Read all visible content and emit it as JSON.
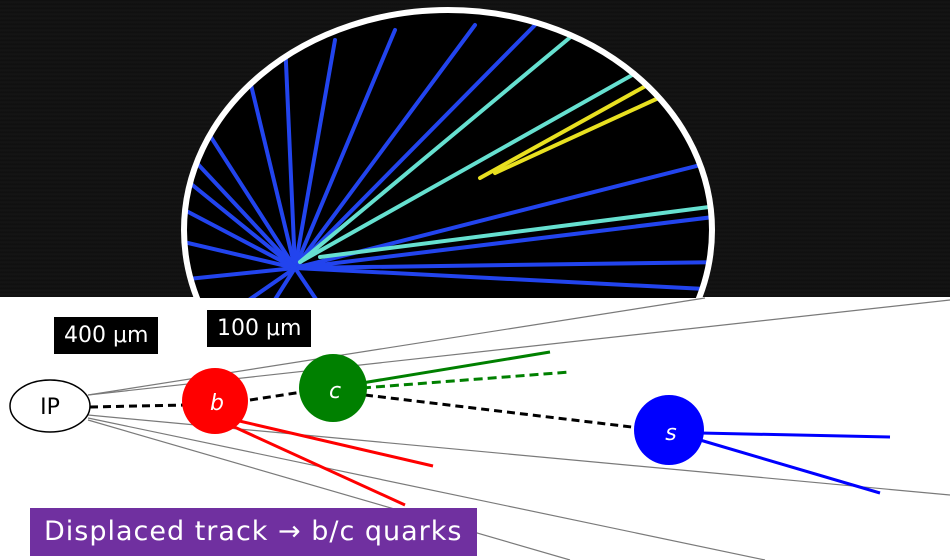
{
  "labels": {
    "scale_400": "400 μm",
    "scale_100": "100 μm",
    "ip": "IP",
    "b_vertex": "b",
    "c_vertex": "c",
    "s_vertex": "s",
    "caption": "Displaced track → b/c quarks"
  },
  "colors": {
    "caption_bg": "#7030a0",
    "b_vertex": "#ff0000",
    "c_vertex": "#008000",
    "s_vertex": "#0000ff",
    "inset_track_blue": "#2244ee",
    "inset_track_cyan": "#66e0d0",
    "inset_track_yellow": "#e8e020",
    "inset_bg": "#000000",
    "diagram_bg": "#ffffff"
  }
}
